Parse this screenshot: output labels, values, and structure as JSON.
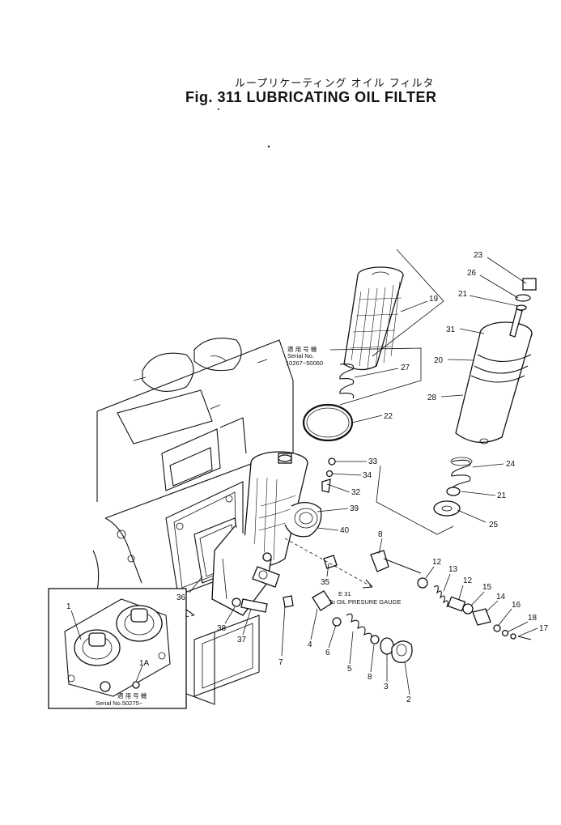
{
  "title": {
    "japanese": "ループリケーティング オイル フィルタ",
    "english": "Fig. 311 LUBRICATING OIL FILTER"
  },
  "callouts": [
    "23",
    "26",
    "21",
    "31",
    "20",
    "28",
    "24",
    "21",
    "25",
    "19",
    "27",
    "22",
    "33",
    "34",
    "32",
    "39",
    "40",
    "8",
    "12",
    "13",
    "12",
    "15",
    "14",
    "16",
    "18",
    "17",
    "35",
    "36",
    "38",
    "37",
    "7",
    "4",
    "6",
    "5",
    "8",
    "3",
    "2",
    "1",
    "1A"
  ],
  "annotations": {
    "serial_top_jp": "適 用 号 機",
    "serial_top_label": "Serial No.",
    "serial_top_range": "10267~50060",
    "serial_inset_jp": "適 用 号 機",
    "serial_inset_label": "Serial No.50275~",
    "to_oil_pressure_gauge": "To OIL  PRESURE GAUGE",
    "gauge_marks": "E    31"
  }
}
